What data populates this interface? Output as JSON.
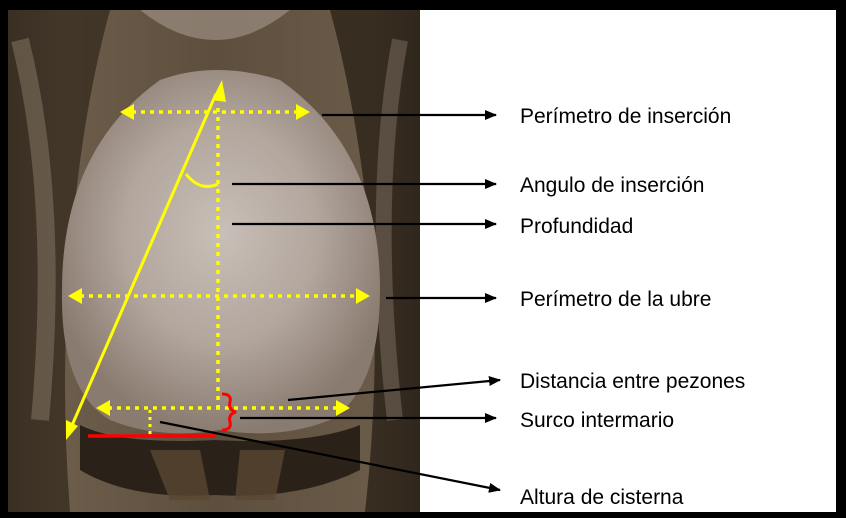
{
  "labels": {
    "perimetro_insercion": "Perímetro de inserción",
    "angulo_insercion": "Angulo de inserción",
    "profundidad": "Profundidad",
    "perimetro_ubre": "Perímetro de la ubre",
    "distancia_pezones": "Distancia entre pezones",
    "surco_intermario": "Surco intermario",
    "altura_cisterna": "Altura de cisterna"
  },
  "colors": {
    "measure_yellow": "#ffff00",
    "measure_red": "#ff0000",
    "arrow_black": "#000000"
  }
}
